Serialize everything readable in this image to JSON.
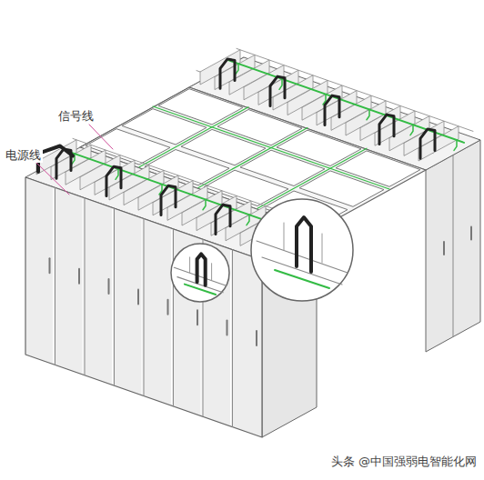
{
  "diagram": {
    "labels": [
      "信号线",
      "电源线",
      "头条 @中国强弱电智能化网"
    ]
  }
}
